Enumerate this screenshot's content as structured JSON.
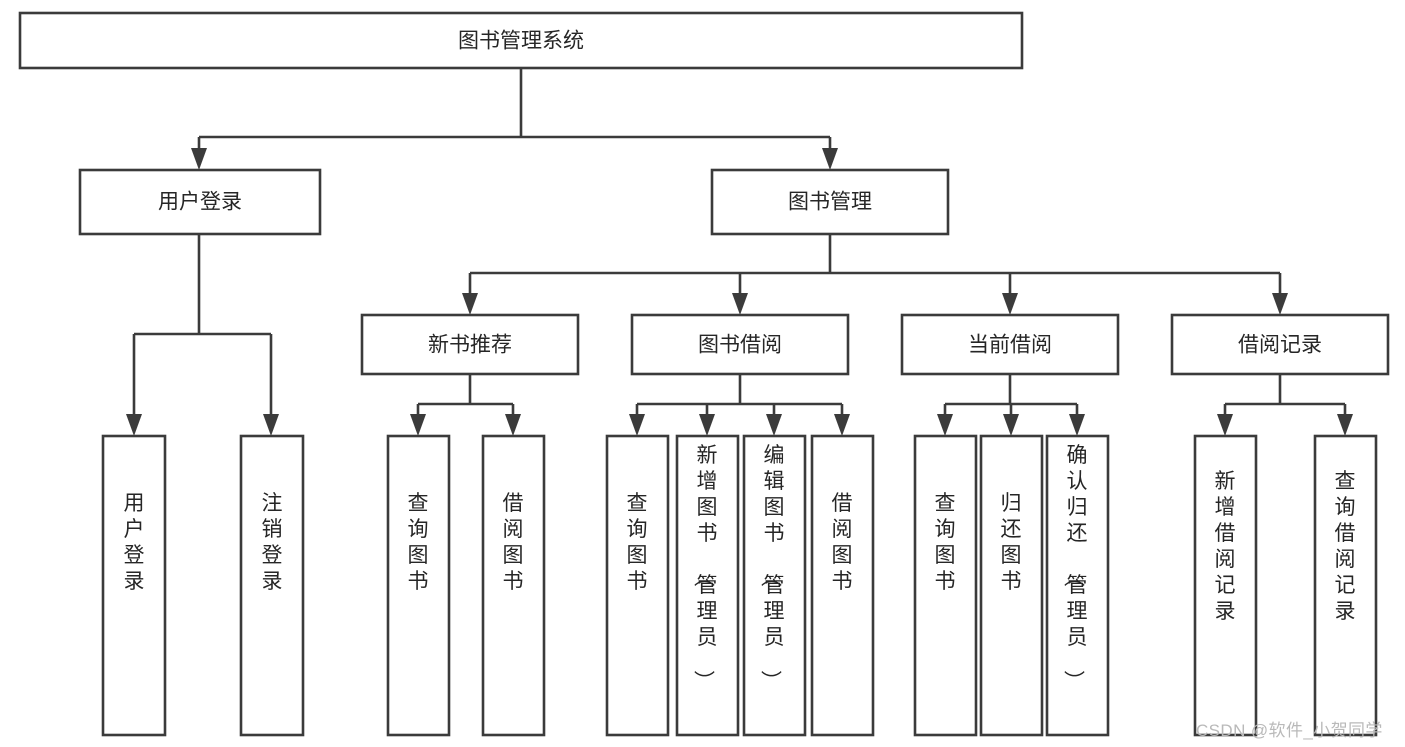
{
  "diagram": {
    "type": "tree-hierarchy-chart",
    "title": "图书管理系统",
    "orientation": "top-down",
    "colors": {
      "background": "#ffffff",
      "box_stroke": "#3b3b3b",
      "box_fill": "#ffffff",
      "text": "#262626",
      "watermark": "#b9b9b9"
    },
    "levels": [
      {
        "level": 0,
        "nodes": [
          {
            "id": "root",
            "label": "图书管理系统",
            "orientation": "horizontal"
          }
        ]
      },
      {
        "level": 1,
        "nodes": [
          {
            "id": "login",
            "label": "用户登录",
            "orientation": "horizontal"
          },
          {
            "id": "bookmgmt",
            "label": "图书管理",
            "orientation": "horizontal"
          }
        ]
      },
      {
        "level": 2,
        "nodes": [
          {
            "id": "newbook",
            "label": "新书推荐",
            "orientation": "horizontal"
          },
          {
            "id": "borrow",
            "label": "图书借阅",
            "orientation": "horizontal"
          },
          {
            "id": "current",
            "label": "当前借阅",
            "orientation": "horizontal"
          },
          {
            "id": "record",
            "label": "借阅记录",
            "orientation": "horizontal"
          }
        ]
      },
      {
        "level": 3,
        "nodes": [
          {
            "id": "leaf-1",
            "parent": "login",
            "label": "用户登录",
            "orientation": "vertical"
          },
          {
            "id": "leaf-2",
            "parent": "login",
            "label": "注销登录",
            "orientation": "vertical"
          },
          {
            "id": "leaf-3",
            "parent": "newbook",
            "label": "查询图书",
            "orientation": "vertical"
          },
          {
            "id": "leaf-4",
            "parent": "newbook",
            "label": "借阅图书",
            "orientation": "vertical"
          },
          {
            "id": "leaf-5",
            "parent": "borrow",
            "label": "查询图书",
            "orientation": "vertical"
          },
          {
            "id": "leaf-6",
            "parent": "borrow",
            "label": "新增图书（管理员）",
            "orientation": "vertical"
          },
          {
            "id": "leaf-7",
            "parent": "borrow",
            "label": "编辑图书（管理员）",
            "orientation": "vertical"
          },
          {
            "id": "leaf-8",
            "parent": "borrow",
            "label": "借阅图书",
            "orientation": "vertical"
          },
          {
            "id": "leaf-9",
            "parent": "current",
            "label": "查询图书",
            "orientation": "vertical"
          },
          {
            "id": "leaf-10",
            "parent": "current",
            "label": "归还图书",
            "orientation": "vertical"
          },
          {
            "id": "leaf-11",
            "parent": "current",
            "label": "确认归还（管理员）",
            "orientation": "vertical"
          },
          {
            "id": "leaf-12",
            "parent": "record",
            "label": "新增借阅记录",
            "orientation": "vertical"
          },
          {
            "id": "leaf-13",
            "parent": "record",
            "label": "查询借阅记录",
            "orientation": "vertical"
          }
        ]
      }
    ],
    "edges": [
      {
        "from": "root",
        "to": "login"
      },
      {
        "from": "root",
        "to": "bookmgmt"
      },
      {
        "from": "bookmgmt",
        "to": "newbook"
      },
      {
        "from": "bookmgmt",
        "to": "borrow"
      },
      {
        "from": "bookmgmt",
        "to": "current"
      },
      {
        "from": "bookmgmt",
        "to": "record"
      },
      {
        "from": "login",
        "to": "leaf-1"
      },
      {
        "from": "login",
        "to": "leaf-2"
      },
      {
        "from": "newbook",
        "to": "leaf-3"
      },
      {
        "from": "newbook",
        "to": "leaf-4"
      },
      {
        "from": "borrow",
        "to": "leaf-5"
      },
      {
        "from": "borrow",
        "to": "leaf-6"
      },
      {
        "from": "borrow",
        "to": "leaf-7"
      },
      {
        "from": "borrow",
        "to": "leaf-8"
      },
      {
        "from": "current",
        "to": "leaf-9"
      },
      {
        "from": "current",
        "to": "leaf-10"
      },
      {
        "from": "current",
        "to": "leaf-11"
      },
      {
        "from": "record",
        "to": "leaf-12"
      },
      {
        "from": "record",
        "to": "leaf-13"
      }
    ]
  },
  "watermark": {
    "text": "CSDN @软件_小贺同学"
  },
  "labels": {
    "root": "图书管理系统",
    "login": "用户登录",
    "bookmgmt": "图书管理",
    "newbook": "新书推荐",
    "borrow": "图书借阅",
    "current": "当前借阅",
    "record": "借阅记录",
    "leaf1": "用户登录",
    "leaf2": "注销登录",
    "leaf3": "查询图书",
    "leaf4": "借阅图书",
    "leaf5": "查询图书",
    "leaf6": "新增图书（管理员）",
    "leaf7": "编辑图书（管理员）",
    "leaf8": "借阅图书",
    "leaf9": "查询图书",
    "leaf10": "归还图书",
    "leaf11": "确认归还（管理员）",
    "leaf12": "新增借阅记录",
    "leaf13": "查询借阅记录"
  }
}
